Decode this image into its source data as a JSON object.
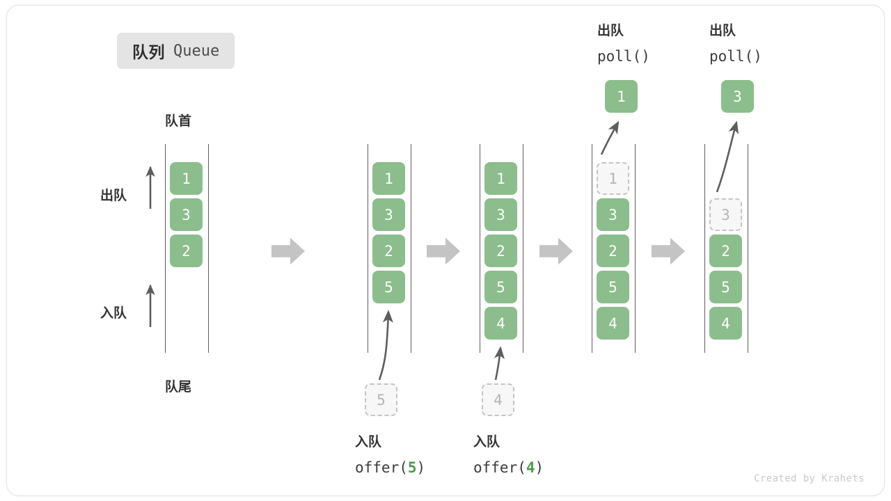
{
  "title": {
    "cn": "队列",
    "en": "Queue"
  },
  "labels": {
    "head": "队首",
    "tail": "队尾",
    "dequeue": "出队",
    "enqueue": "入队"
  },
  "credit": "Created by Krahets",
  "colors": {
    "cell_fill": "#8cbd8c",
    "cell_text": "#ffffff",
    "ghost_fill": "#f7f7f7",
    "ghost_border": "#c4c4c4",
    "ghost_text": "#b4b4b4",
    "rail": "#5d5d5d",
    "step_arrow": "#c4c4c4",
    "thin_arrow": "#5d5d5d",
    "badge_bg": "#e4e4e4",
    "text": "#333333",
    "code_arg": "#4a9e4a",
    "credit": "#c9c9c9"
  },
  "steps": [
    {
      "id": "initial",
      "caption_cn": "",
      "caption_code": "",
      "cells": [
        "1",
        "3",
        "2"
      ],
      "ghost_in_queue": null,
      "incoming": null,
      "outgoing": null
    },
    {
      "id": "offer-5",
      "caption_cn": "入队",
      "caption_code_prefix": "offer(",
      "caption_code_arg": "5",
      "caption_code_suffix": ")",
      "cells": [
        "1",
        "3",
        "2",
        "5"
      ],
      "ghost_in_queue": null,
      "incoming": "5",
      "outgoing": null
    },
    {
      "id": "offer-4",
      "caption_cn": "入队",
      "caption_code_prefix": "offer(",
      "caption_code_arg": "4",
      "caption_code_suffix": ")",
      "cells": [
        "1",
        "3",
        "2",
        "5",
        "4"
      ],
      "ghost_in_queue": null,
      "incoming": "4",
      "outgoing": null
    },
    {
      "id": "poll-1",
      "caption_cn": "出队",
      "caption_code": "poll()",
      "cells": [
        "3",
        "2",
        "5",
        "4"
      ],
      "ghost_in_queue": "1",
      "incoming": null,
      "outgoing": "1"
    },
    {
      "id": "poll-3",
      "caption_cn": "出队",
      "caption_code": "poll()",
      "cells": [
        "2",
        "5",
        "4"
      ],
      "ghost_in_queue": "3",
      "incoming": null,
      "outgoing": "3"
    }
  ],
  "cells": {
    "c1_1": "1",
    "c1_2": "3",
    "c1_3": "2",
    "c2_1": "1",
    "c2_2": "3",
    "c2_3": "2",
    "c2_4": "5",
    "c3_1": "1",
    "c3_2": "3",
    "c3_3": "2",
    "c3_4": "5",
    "c3_5": "4",
    "c4_ghost": "1",
    "c4_1": "3",
    "c4_2": "2",
    "c4_3": "5",
    "c4_4": "4",
    "c5_ghost": "3",
    "c5_1": "2",
    "c5_2": "5",
    "c5_3": "4",
    "in2": "5",
    "in3": "4",
    "out4": "1",
    "out5": "3"
  },
  "captions": {
    "offer5_cn": "入队",
    "offer5_pre": "offer(",
    "offer5_arg": "5",
    "offer5_post": ")",
    "offer4_cn": "入队",
    "offer4_pre": "offer(",
    "offer4_arg": "4",
    "offer4_post": ")",
    "poll1_cn": "出队",
    "poll1_code": "poll()",
    "poll2_cn": "出队",
    "poll2_code": "poll()"
  }
}
